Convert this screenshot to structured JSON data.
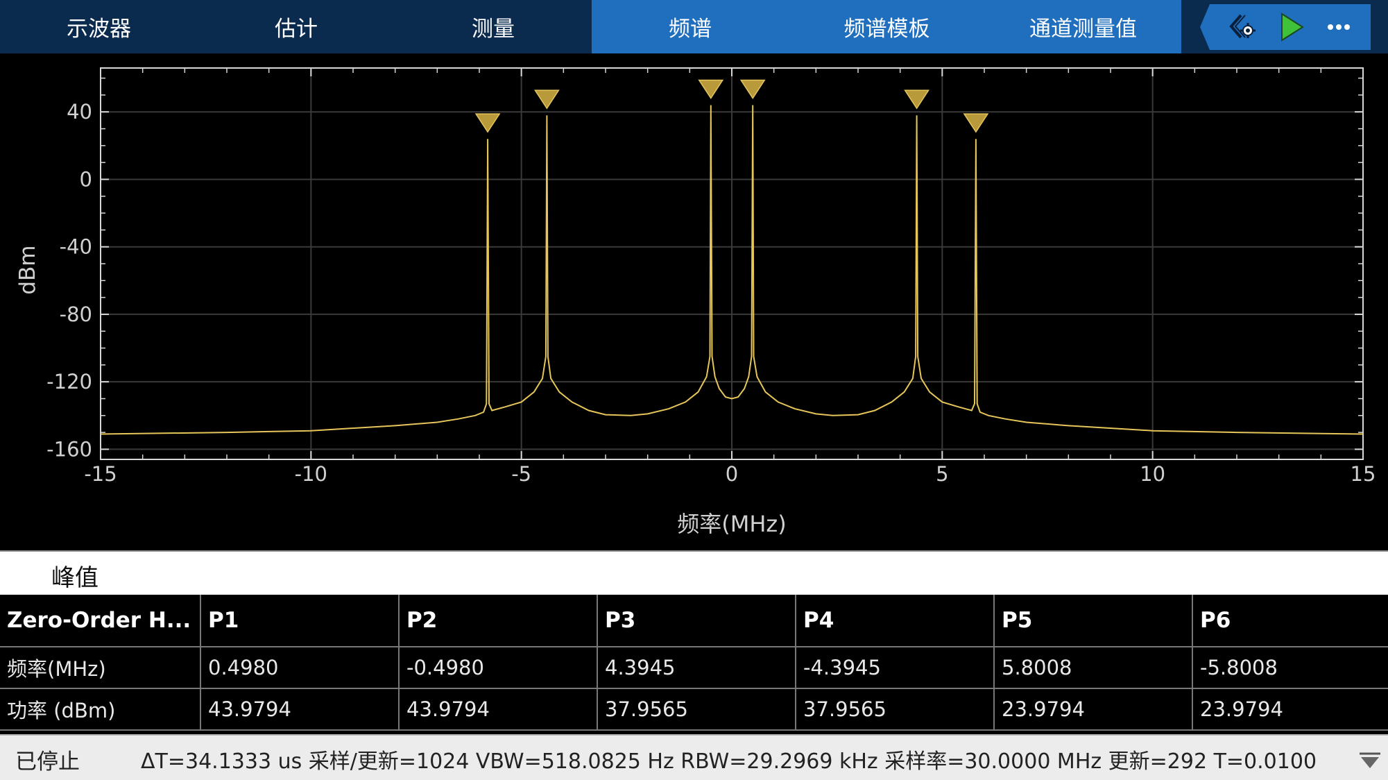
{
  "tabs": [
    {
      "label": "示波器"
    },
    {
      "label": "估计"
    },
    {
      "label": "测量"
    },
    {
      "label": "频谱"
    },
    {
      "label": "频谱模板"
    },
    {
      "label": "通道测量值"
    }
  ],
  "toolbar": {
    "settings_icon": "gear-arrow-icon",
    "run_icon": "play-icon",
    "more_icon": "ellipsis-icon"
  },
  "colors": {
    "tabbar": "#0a2a4e",
    "tab_active": "#1f6fbe",
    "trace": "#e6c65a",
    "marker": "#b89a3a",
    "grid": "#3a3a3a",
    "axis_text": "#d0d0d0"
  },
  "chart_data": {
    "type": "line",
    "xlabel": "频率(MHz)",
    "ylabel": "dBm",
    "xlim": [
      -15,
      15
    ],
    "ylim": [
      -166,
      66
    ],
    "xticks": [
      -15,
      -10,
      -5,
      0,
      5,
      10,
      15
    ],
    "xtick_labels": [
      "-15",
      "-10",
      "-5",
      "0",
      "5",
      "10",
      "15"
    ],
    "yticks": [
      40,
      0,
      -40,
      -80,
      -120,
      -160
    ],
    "ytick_labels": [
      "40",
      "0",
      "-40",
      "-80",
      "-120",
      "-160"
    ],
    "grid": true,
    "series": [
      {
        "x": [
          -15,
          -12,
          -10,
          -8,
          -7,
          -6.5,
          -6.1,
          -5.9,
          -5.83,
          -5.8008,
          -5.77,
          -5.7,
          -5.4,
          -5.0,
          -4.7,
          -4.5,
          -4.42,
          -4.3945,
          -4.37,
          -4.3,
          -4.1,
          -3.8,
          -3.4,
          -3.0,
          -2.4,
          -2.0,
          -1.5,
          -1.1,
          -0.8,
          -0.6,
          -0.52,
          -0.498,
          -0.47,
          -0.4,
          -0.3,
          -0.15,
          0,
          0.15,
          0.3,
          0.4,
          0.47,
          0.498,
          0.52,
          0.6,
          0.8,
          1.1,
          1.5,
          2.0,
          2.4,
          3.0,
          3.4,
          3.8,
          4.1,
          4.3,
          4.37,
          4.3945,
          4.42,
          4.5,
          4.7,
          5.0,
          5.4,
          5.7,
          5.77,
          5.8008,
          5.83,
          5.9,
          6.1,
          6.5,
          7,
          8,
          10,
          12,
          15
        ],
        "y": [
          -151,
          -150,
          -149,
          -146,
          -144,
          -142,
          -140,
          -138,
          -133,
          23.9794,
          -133,
          -137,
          -135,
          -132,
          -126,
          -118,
          -105,
          37.9565,
          -105,
          -118,
          -126,
          -132,
          -137,
          -139.5,
          -140,
          -139,
          -136,
          -132,
          -126,
          -117,
          -105,
          43.9794,
          -105,
          -117,
          -124,
          -129,
          -130,
          -129,
          -124,
          -117,
          -105,
          43.9794,
          -105,
          -117,
          -126,
          -132,
          -136,
          -139,
          -140,
          -139.5,
          -137,
          -132,
          -126,
          -118,
          -105,
          37.9565,
          -105,
          -118,
          -126,
          -132,
          -135,
          -137,
          -133,
          23.9794,
          -133,
          -138,
          -140,
          -142,
          -144,
          -146,
          -149,
          -150,
          -151
        ]
      }
    ],
    "peak_markers": [
      -5.8008,
      -4.3945,
      -0.498,
      0.498,
      4.3945,
      5.8008
    ]
  },
  "peaks": {
    "title": "峰值",
    "header": [
      "Zero-Order H...",
      "P1",
      "P2",
      "P3",
      "P4",
      "P5",
      "P6"
    ],
    "rows": [
      [
        "频率(MHz)",
        "0.4980",
        "-0.4980",
        "4.3945",
        "-4.3945",
        "5.8008",
        "-5.8008"
      ],
      [
        "功率 (dBm)",
        "43.9794",
        "43.9794",
        "37.9565",
        "37.9565",
        "23.9794",
        "23.9794"
      ]
    ]
  },
  "status": {
    "state": "已停止",
    "info": "ΔT=34.1333 us  采样/更新=1024  VBW=518.0825 Hz  RBW=29.2969 kHz  采样率=30.0000 MHz  更新=292  T=0.0100"
  }
}
